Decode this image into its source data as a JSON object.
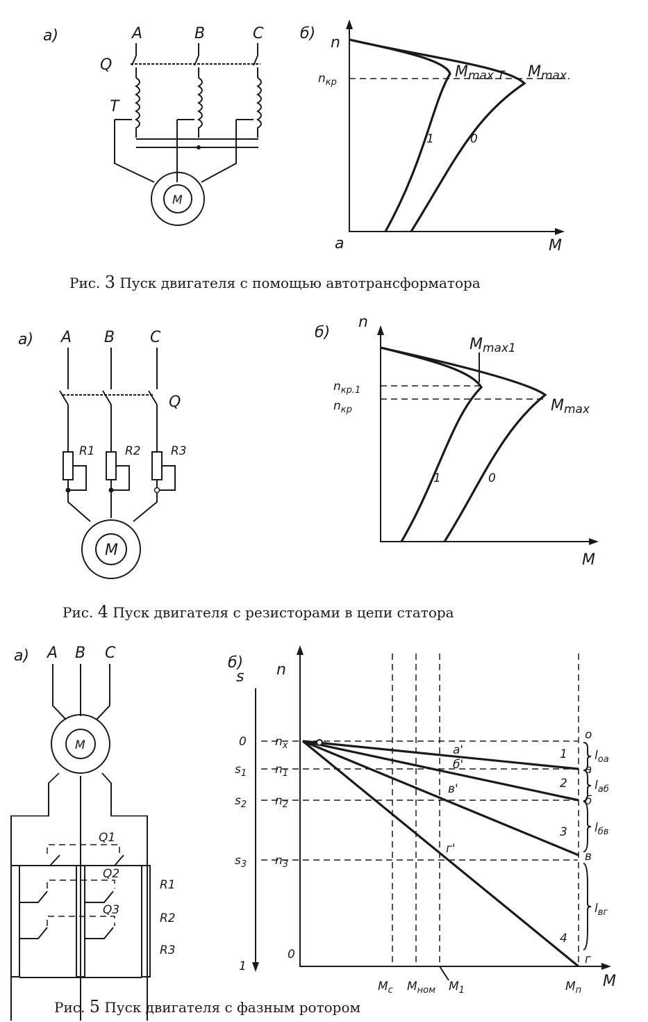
{
  "fig3": {
    "a_label": "а)",
    "b_label": "б)",
    "phases": [
      "A",
      "B",
      "C"
    ],
    "switch": "Q",
    "transformer": "T",
    "motor": "M",
    "axis_n": "n",
    "axis_m": "M",
    "origin": "a",
    "n_kr": "n",
    "n_kr_sub": "кр",
    "mmaxt": "M",
    "mmaxt_sub": "max T",
    "mmax": "M",
    "mmax_sub": "max",
    "curve_1": "1",
    "curve_0": "0",
    "caption_pre": "Рис.",
    "caption_num": "3",
    "caption_text": "Пуск двигателя с помощью автотрансформатора"
  },
  "fig4": {
    "a_label": "а)",
    "b_label": "б)",
    "phases": [
      "A",
      "B",
      "C"
    ],
    "switch": "Q",
    "resistors": [
      "R1",
      "R2",
      "R3"
    ],
    "motor": "M",
    "axis_n": "n",
    "axis_m": "M",
    "mmax1": "M",
    "mmax1_sub": "max1",
    "nkr1": "n",
    "nkr1_sub": "кр.1",
    "nkr": "n",
    "nkr_sub": "кр",
    "mmax": "M",
    "mmax_sub": "max",
    "curve_1": "1",
    "curve_0": "0",
    "caption_pre": "Рис.",
    "caption_num": "4",
    "caption_text": "Пуск двигателя с резисторами в цепи статора"
  },
  "fig5": {
    "a_label": "а)",
    "b_label": "б)",
    "phases": [
      "A",
      "B",
      "C"
    ],
    "motor": "M",
    "switches": [
      "Q1",
      "Q2",
      "Q3"
    ],
    "resistors": [
      "R1",
      "R2",
      "R3"
    ],
    "axis_s": "s",
    "axis_n": "n",
    "axis_m": "M",
    "s_ticks": [
      "0",
      "s",
      "s",
      "s",
      "1"
    ],
    "s_subs": [
      "",
      "1",
      "2",
      "3",
      ""
    ],
    "n_ticks": [
      "n",
      "n",
      "n",
      "n"
    ],
    "n_subs": [
      "x",
      "1",
      "2",
      "3"
    ],
    "origin_zero": "0",
    "points_prime": [
      "a'",
      "б'",
      "в'",
      "г'"
    ],
    "right_points": [
      "о",
      "а",
      "б",
      "в",
      "г"
    ],
    "line_numbers": [
      "1",
      "2",
      "3",
      "4"
    ],
    "segments": [
      "l",
      "l",
      "l",
      "l"
    ],
    "segment_subs": [
      "oa",
      "аб",
      "бв",
      "вг"
    ],
    "m_ticks": [
      "M",
      "M",
      "M",
      "M"
    ],
    "m_subs": [
      "c",
      "ном",
      "1",
      "п"
    ],
    "caption_pre": "Рис.",
    "caption_num": "5",
    "caption_text": "Пуск двигателя с фазным ротором"
  }
}
